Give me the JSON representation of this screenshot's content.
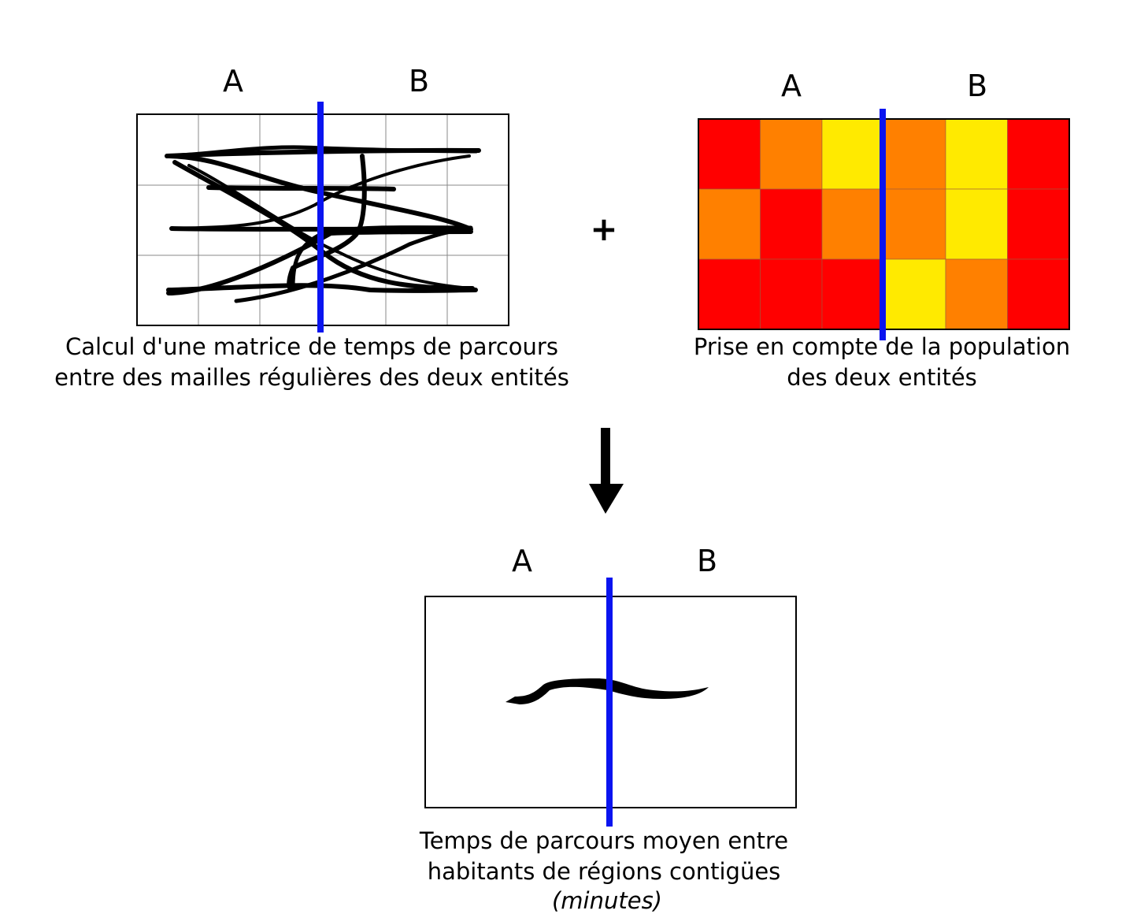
{
  "panel_travel_matrix": {
    "label_a": "A",
    "label_b": "B",
    "caption_line1": "Calcul d'une matrice de temps de parcours",
    "caption_line2": "entre des mailles régulières des deux entités"
  },
  "plus_sign": "+",
  "panel_population": {
    "label_a": "A",
    "label_b": "B",
    "caption_line1": "Prise en compte de la population",
    "caption_line2": "des deux entités",
    "colors": {
      "red": "#ff0000",
      "orange": "#ff8000",
      "yellow": "#ffea00"
    },
    "grid": [
      [
        "red",
        "orange",
        "yellow",
        "orange",
        "yellow",
        "red"
      ],
      [
        "orange",
        "red",
        "orange",
        "orange",
        "yellow",
        "red"
      ],
      [
        "red",
        "red",
        "red",
        "yellow",
        "orange",
        "red"
      ]
    ]
  },
  "panel_result": {
    "label_a": "A",
    "label_b": "B",
    "caption_line1": "Temps de parcours moyen entre",
    "caption_line2": "habitants de régions contigües",
    "caption_line3": "(minutes)"
  },
  "border_color": "#0a14f0"
}
